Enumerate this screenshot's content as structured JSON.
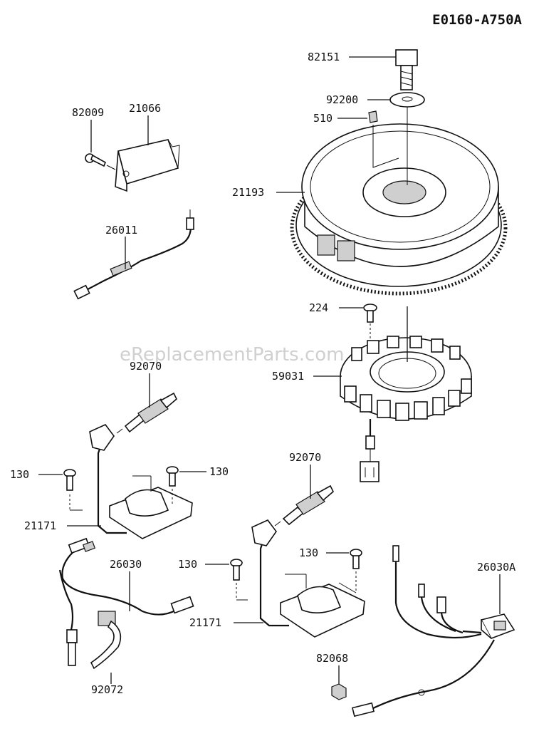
{
  "diagram_code": "E0160-A750A",
  "watermark": "eReplacementParts.com",
  "callouts": {
    "p82151": "82151",
    "p92200": "92200",
    "p510": "510",
    "p82009": "82009",
    "p21066": "21066",
    "p21193": "21193",
    "p26011": "26011",
    "p224": "224",
    "p59031": "59031",
    "p92070a": "92070",
    "p92070b": "92070",
    "p130a": "130",
    "p130b": "130",
    "p130c": "130",
    "p130d": "130",
    "p21171a": "21171",
    "p21171b": "21171",
    "p26030": "26030",
    "p26030a": "26030A",
    "p92072": "92072",
    "p82068": "82068"
  }
}
